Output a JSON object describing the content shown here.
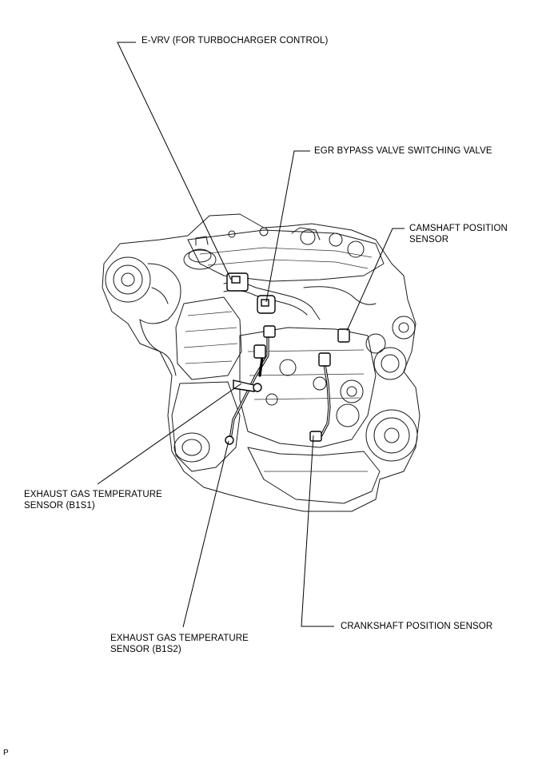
{
  "labels": {
    "evrv": "E-VRV (FOR TURBOCHARGER CONTROL)",
    "egr_bypass": "EGR BYPASS VALVE SWITCHING VALVE",
    "camshaft": "CAMSHAFT POSITION\nSENSOR",
    "exhaust_b1s1": "EXHAUST GAS TEMPERATURE\nSENSOR (B1S1)",
    "exhaust_b1s2": "EXHAUST GAS TEMPERATURE\nSENSOR (B1S2)",
    "crankshaft": "CRANKSHAFT POSITION SENSOR"
  },
  "figure_code": "P"
}
